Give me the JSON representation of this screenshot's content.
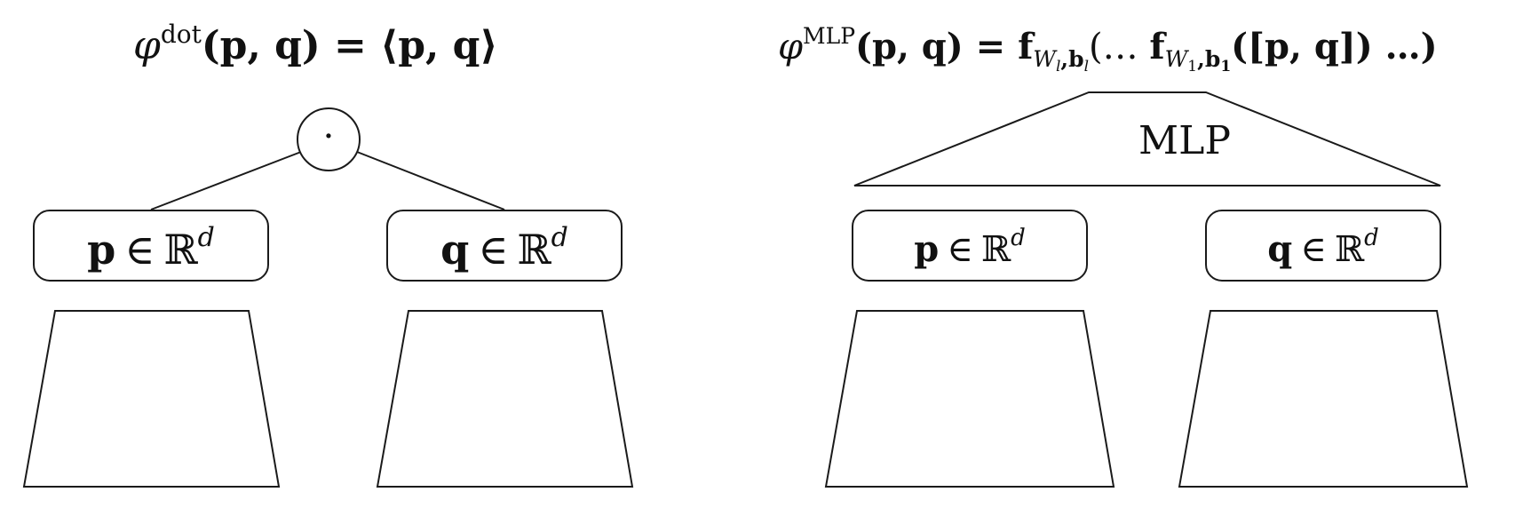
{
  "dot_model": {
    "formula": {
      "phi": "φ",
      "superscript": "dot",
      "args": "(p, q) = ⟨p, q⟩"
    },
    "operator_symbol": "·",
    "left_embedding": {
      "vec": "p",
      "rel": "∈",
      "space": "ℝ",
      "exp": "d"
    },
    "right_embedding": {
      "vec": "q",
      "rel": "∈",
      "space": "ℝ",
      "exp": "d"
    }
  },
  "mlp_model": {
    "formula": {
      "phi": "φ",
      "superscript": "MLP",
      "args_a": "(p, q) = ",
      "f_outer": "f",
      "sub_outer_w": "W",
      "sub_outer_w_idx": "l",
      "sub_outer_b": ",b",
      "sub_outer_b_idx": "l",
      "mid": "(… ",
      "f_inner": "f",
      "sub_inner_w": "W",
      "sub_inner_w_idx": "1",
      "sub_inner_b": ",b",
      "sub_inner_b_idx": "1",
      "args_b": "([p, q]) …)"
    },
    "block_label": "MLP",
    "left_embedding": {
      "vec": "p",
      "rel": "∈",
      "space": "ℝ",
      "exp": "d"
    },
    "right_embedding": {
      "vec": "q",
      "rel": "∈",
      "space": "ℝ",
      "exp": "d"
    }
  }
}
